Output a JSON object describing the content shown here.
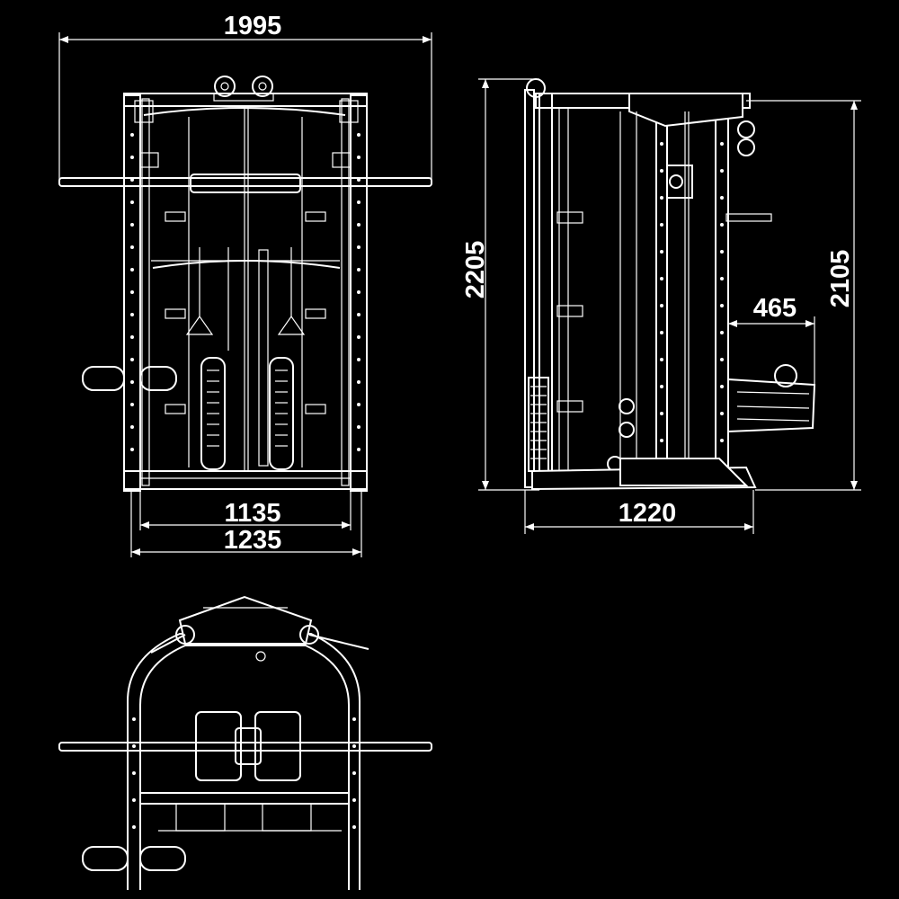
{
  "drawing": {
    "dimensions": {
      "front_total_width": "1995",
      "front_inner_width": "1135",
      "front_outer_width": "1235",
      "side_height_total": "2205",
      "side_height_frame": "2105",
      "side_depth": "1220",
      "side_offset": "465"
    }
  }
}
